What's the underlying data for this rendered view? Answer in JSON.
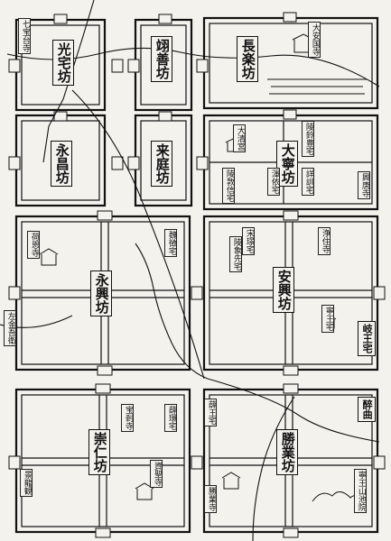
{
  "wards": {
    "guangzhai": "光宅坊",
    "yishan": "翊善坊",
    "changle": "長楽坊",
    "yongchang": "永昌坊",
    "laiting": "来庭坊",
    "daning": "大寧坊",
    "yongxing": "永興坊",
    "anxing": "安興坊",
    "chongren": "崇仁坊",
    "shengye": "勝業坊"
  },
  "sites": {
    "qibaotai_si": "七宝台寺",
    "daan_guosi": "大安国寺",
    "ling_tuyue_zhai": "陵鈴豊宅",
    "taiqing_gong": "大清宮",
    "xingtang_si": "興唐寺",
    "hun_zhai": "渾依宅",
    "wei_zhai": "陵敦信宅",
    "li_zhai": "詳訓宅",
    "he_en_si": "荷恩寺",
    "wei_zheng_zhai": "魏徴宅",
    "song_jing_zhai": "宋璟宅",
    "jingzhu_si": "浄住寺",
    "ling_xiang_zhai": "陵象先宅",
    "ning_wang_zhai": "寧王宅",
    "qi_wang_zhai": "岐王宅",
    "zuojinwu_wei": "左金吾衛",
    "xue_huai_zhai": "薛環宅",
    "baoci_si": "宝剎寺",
    "jingyu_si": "資聖寺",
    "jinglong_guan": "景龍観",
    "jia_wang_zhai": "薛王宅",
    "qu_jiang": "醉曲",
    "shengye_si": "勝業寺",
    "ning_wang_shanchi": "寧王山池院"
  },
  "colors": {
    "ink": "#111111",
    "paper": "#f4f2ec"
  }
}
